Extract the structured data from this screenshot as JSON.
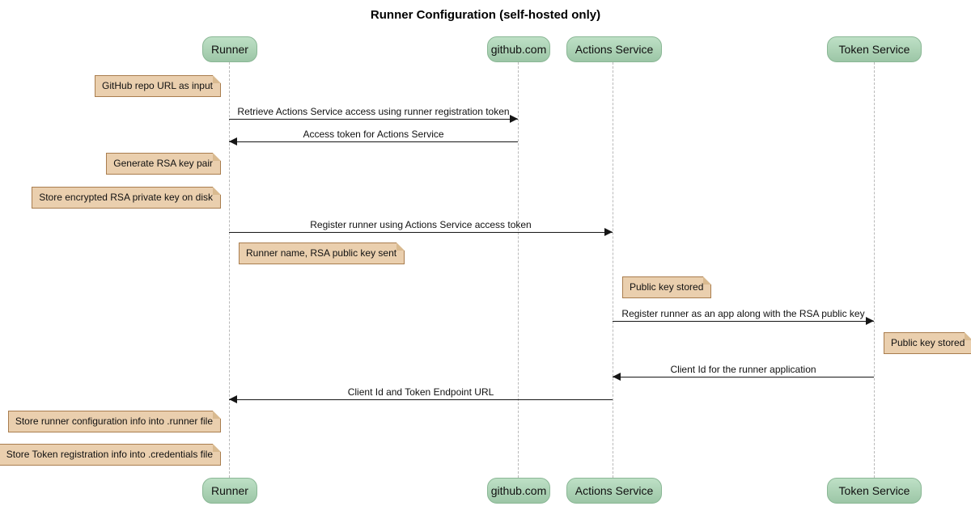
{
  "title": "Runner Configuration (self-hosted only)",
  "diagram_type": "sequence",
  "colors": {
    "participant_fill": "#9cc6a6",
    "participant_fill_light": "#bee0c6",
    "participant_border": "#8ab795",
    "note_fill": "#eacfae",
    "note_border": "#a97d4e",
    "lifeline": "#b9b9b9",
    "message_line": "#161616",
    "background": "#ffffff"
  },
  "participants": [
    {
      "id": "runner",
      "label": "Runner"
    },
    {
      "id": "github",
      "label": "github.com"
    },
    {
      "id": "actions",
      "label": "Actions Service"
    },
    {
      "id": "token",
      "label": "Token Service"
    }
  ],
  "messages": [
    {
      "from": "runner",
      "to": "github",
      "label": "Retrieve Actions Service access using runner registration token"
    },
    {
      "from": "github",
      "to": "runner",
      "label": "Access token for Actions Service"
    },
    {
      "from": "runner",
      "to": "actions",
      "label": "Register runner using Actions Service access token"
    },
    {
      "from": "actions",
      "to": "token",
      "label": "Register runner as an app along with the RSA public key"
    },
    {
      "from": "token",
      "to": "actions",
      "label": "Client Id for the runner application"
    },
    {
      "from": "actions",
      "to": "runner",
      "label": "Client Id and Token Endpoint URL"
    }
  ],
  "notes": [
    {
      "anchor": "runner",
      "side": "left",
      "text": "GitHub repo URL as input"
    },
    {
      "anchor": "runner",
      "side": "left",
      "text": "Generate RSA key pair"
    },
    {
      "anchor": "runner",
      "side": "left",
      "text": "Store encrypted RSA private key on disk"
    },
    {
      "anchor": "runner",
      "side": "right",
      "text": "Runner name, RSA public key sent"
    },
    {
      "anchor": "actions",
      "side": "right",
      "text": "Public key stored"
    },
    {
      "anchor": "token",
      "side": "right",
      "text": "Public key stored"
    },
    {
      "anchor": "runner",
      "side": "left",
      "text": "Store runner configuration info into .runner file"
    },
    {
      "anchor": "runner",
      "side": "left",
      "text": "Store Token registration info into .credentials file"
    }
  ]
}
